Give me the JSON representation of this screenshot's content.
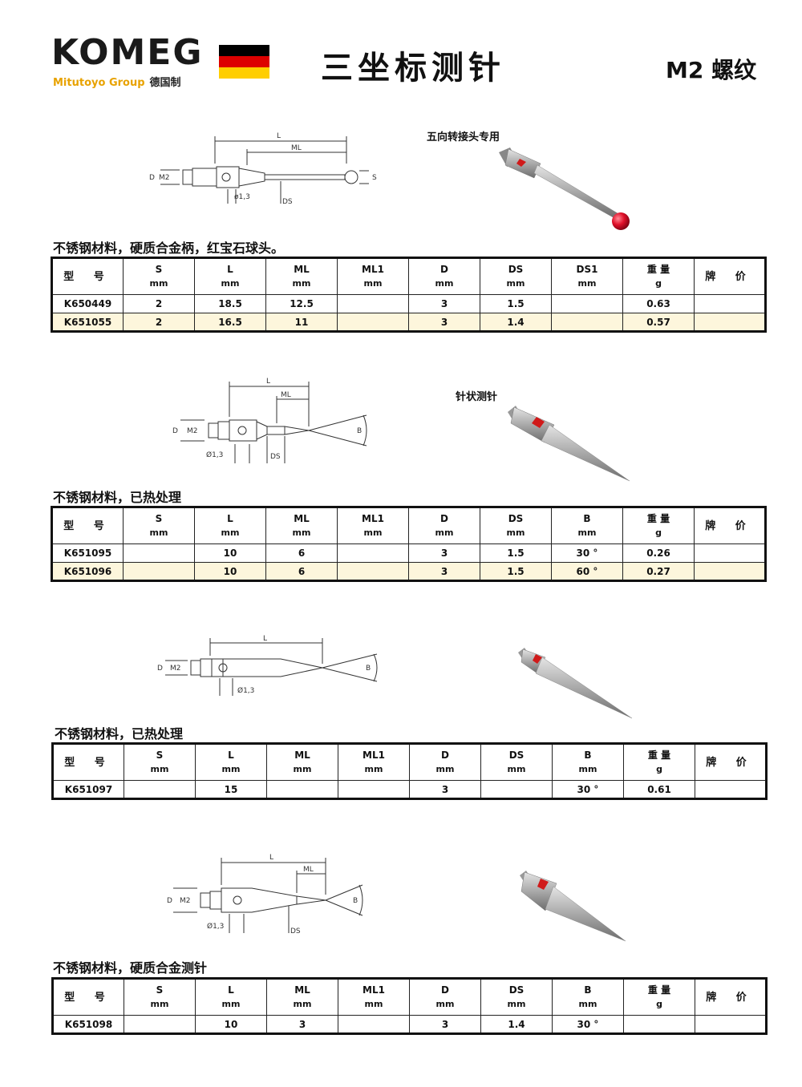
{
  "header": {
    "brand": "KOMEG",
    "sub_brand": "Mitutoyo Group",
    "country_label": "德国制",
    "title": "三坐标测针",
    "thread": "M2 螺纹",
    "flag_colors": [
      "#000000",
      "#dd0000",
      "#ffce00"
    ]
  },
  "columns_common_unit": "mm",
  "sections": [
    {
      "photo_label": "五向转接头专用",
      "caption": "不锈钢材料，硬质合金柄，红宝石球头。",
      "drawing": {
        "L": "L",
        "ML": "ML",
        "D": "D",
        "M2": "M2",
        "S": "S",
        "DS": "DS",
        "dia": "ø1,3"
      },
      "headers": [
        {
          "name": "型  号",
          "unit": ""
        },
        {
          "name": "S",
          "unit": "mm"
        },
        {
          "name": "L",
          "unit": "mm"
        },
        {
          "name": "ML",
          "unit": "mm"
        },
        {
          "name": "ML1",
          "unit": "mm"
        },
        {
          "name": "D",
          "unit": "mm"
        },
        {
          "name": "DS",
          "unit": "mm"
        },
        {
          "name": "DS1",
          "unit": "mm"
        },
        {
          "name": "重  量",
          "unit": "g"
        },
        {
          "name": "牌  价",
          "unit": ""
        }
      ],
      "rows": [
        [
          "K650449",
          "2",
          "18.5",
          "12.5",
          "",
          "3",
          "1.5",
          "",
          "0.63",
          ""
        ],
        [
          "K651055",
          "2",
          "16.5",
          "11",
          "",
          "3",
          "1.4",
          "",
          "0.57",
          ""
        ]
      ]
    },
    {
      "photo_label": "针状测针",
      "caption": "不锈钢材料，已热处理",
      "drawing": {
        "L": "L",
        "ML": "ML",
        "D": "D",
        "M2": "M2",
        "B": "B",
        "DS": "DS",
        "dia": "Ø1,3"
      },
      "headers": [
        {
          "name": "型  号",
          "unit": ""
        },
        {
          "name": "S",
          "unit": "mm"
        },
        {
          "name": "L",
          "unit": "mm"
        },
        {
          "name": "ML",
          "unit": "mm"
        },
        {
          "name": "ML1",
          "unit": "mm"
        },
        {
          "name": "D",
          "unit": "mm"
        },
        {
          "name": "DS",
          "unit": "mm"
        },
        {
          "name": "B",
          "unit": "mm"
        },
        {
          "name": "重  量",
          "unit": "g"
        },
        {
          "name": "牌  价",
          "unit": ""
        }
      ],
      "rows": [
        [
          "K651095",
          "",
          "10",
          "6",
          "",
          "3",
          "1.5",
          "30 °",
          "0.26",
          ""
        ],
        [
          "K651096",
          "",
          "10",
          "6",
          "",
          "3",
          "1.5",
          "60 °",
          "0.27",
          ""
        ]
      ]
    },
    {
      "photo_label": "",
      "caption": "不锈钢材料，已热处理",
      "drawing": {
        "L": "L",
        "D": "D",
        "M2": "M2",
        "B": "B",
        "dia": "Ø1,3"
      },
      "headers": [
        {
          "name": "型  号",
          "unit": ""
        },
        {
          "name": "S",
          "unit": "mm"
        },
        {
          "name": "L",
          "unit": "mm"
        },
        {
          "name": "ML",
          "unit": "mm"
        },
        {
          "name": "ML1",
          "unit": "mm"
        },
        {
          "name": "D",
          "unit": "mm"
        },
        {
          "name": "DS",
          "unit": "mm"
        },
        {
          "name": "B",
          "unit": "mm"
        },
        {
          "name": "重  量",
          "unit": "g"
        },
        {
          "name": "牌  价",
          "unit": ""
        }
      ],
      "rows": [
        [
          "K651097",
          "",
          "15",
          "",
          "",
          "3",
          "",
          "30 °",
          "0.61",
          ""
        ]
      ]
    },
    {
      "photo_label": "",
      "caption": "不锈钢材料，硬质合金测针",
      "drawing": {
        "L": "L",
        "ML": "ML",
        "D": "D",
        "M2": "M2",
        "B": "B",
        "DS": "DS",
        "dia": "Ø1,3"
      },
      "headers": [
        {
          "name": "型  号",
          "unit": ""
        },
        {
          "name": "S",
          "unit": "mm"
        },
        {
          "name": "L",
          "unit": "mm"
        },
        {
          "name": "ML",
          "unit": "mm"
        },
        {
          "name": "ML1",
          "unit": "mm"
        },
        {
          "name": "D",
          "unit": "mm"
        },
        {
          "name": "DS",
          "unit": "mm"
        },
        {
          "name": "B",
          "unit": "mm"
        },
        {
          "name": "重  量",
          "unit": "g"
        },
        {
          "name": "牌  价",
          "unit": ""
        }
      ],
      "rows": [
        [
          "K651098",
          "",
          "10",
          "3",
          "",
          "3",
          "1.4",
          "30 °",
          "",
          ""
        ]
      ]
    }
  ]
}
